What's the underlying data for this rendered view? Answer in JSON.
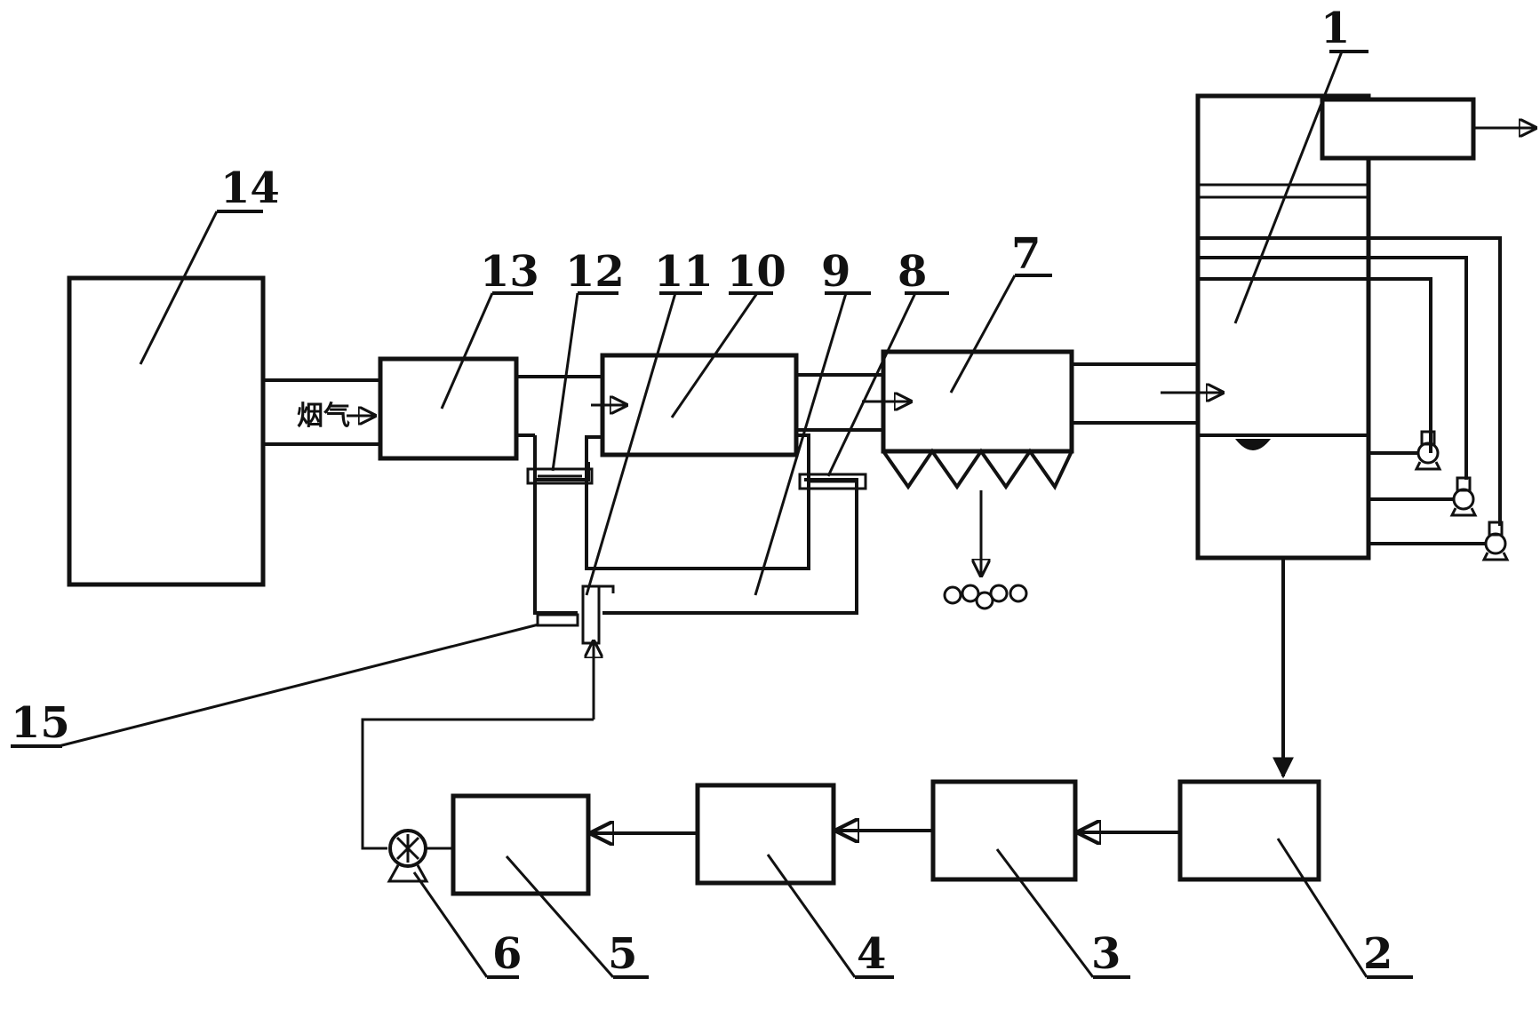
{
  "diagram": {
    "flue_gas_label": "烟气",
    "labels": {
      "n1": "1",
      "n2": "2",
      "n3": "3",
      "n4": "4",
      "n5": "5",
      "n6": "6",
      "n7": "7",
      "n8": "8",
      "n9": "9",
      "n10": "10",
      "n11": "11",
      "n12": "12",
      "n13": "13",
      "n14": "14",
      "n15": "15"
    }
  }
}
